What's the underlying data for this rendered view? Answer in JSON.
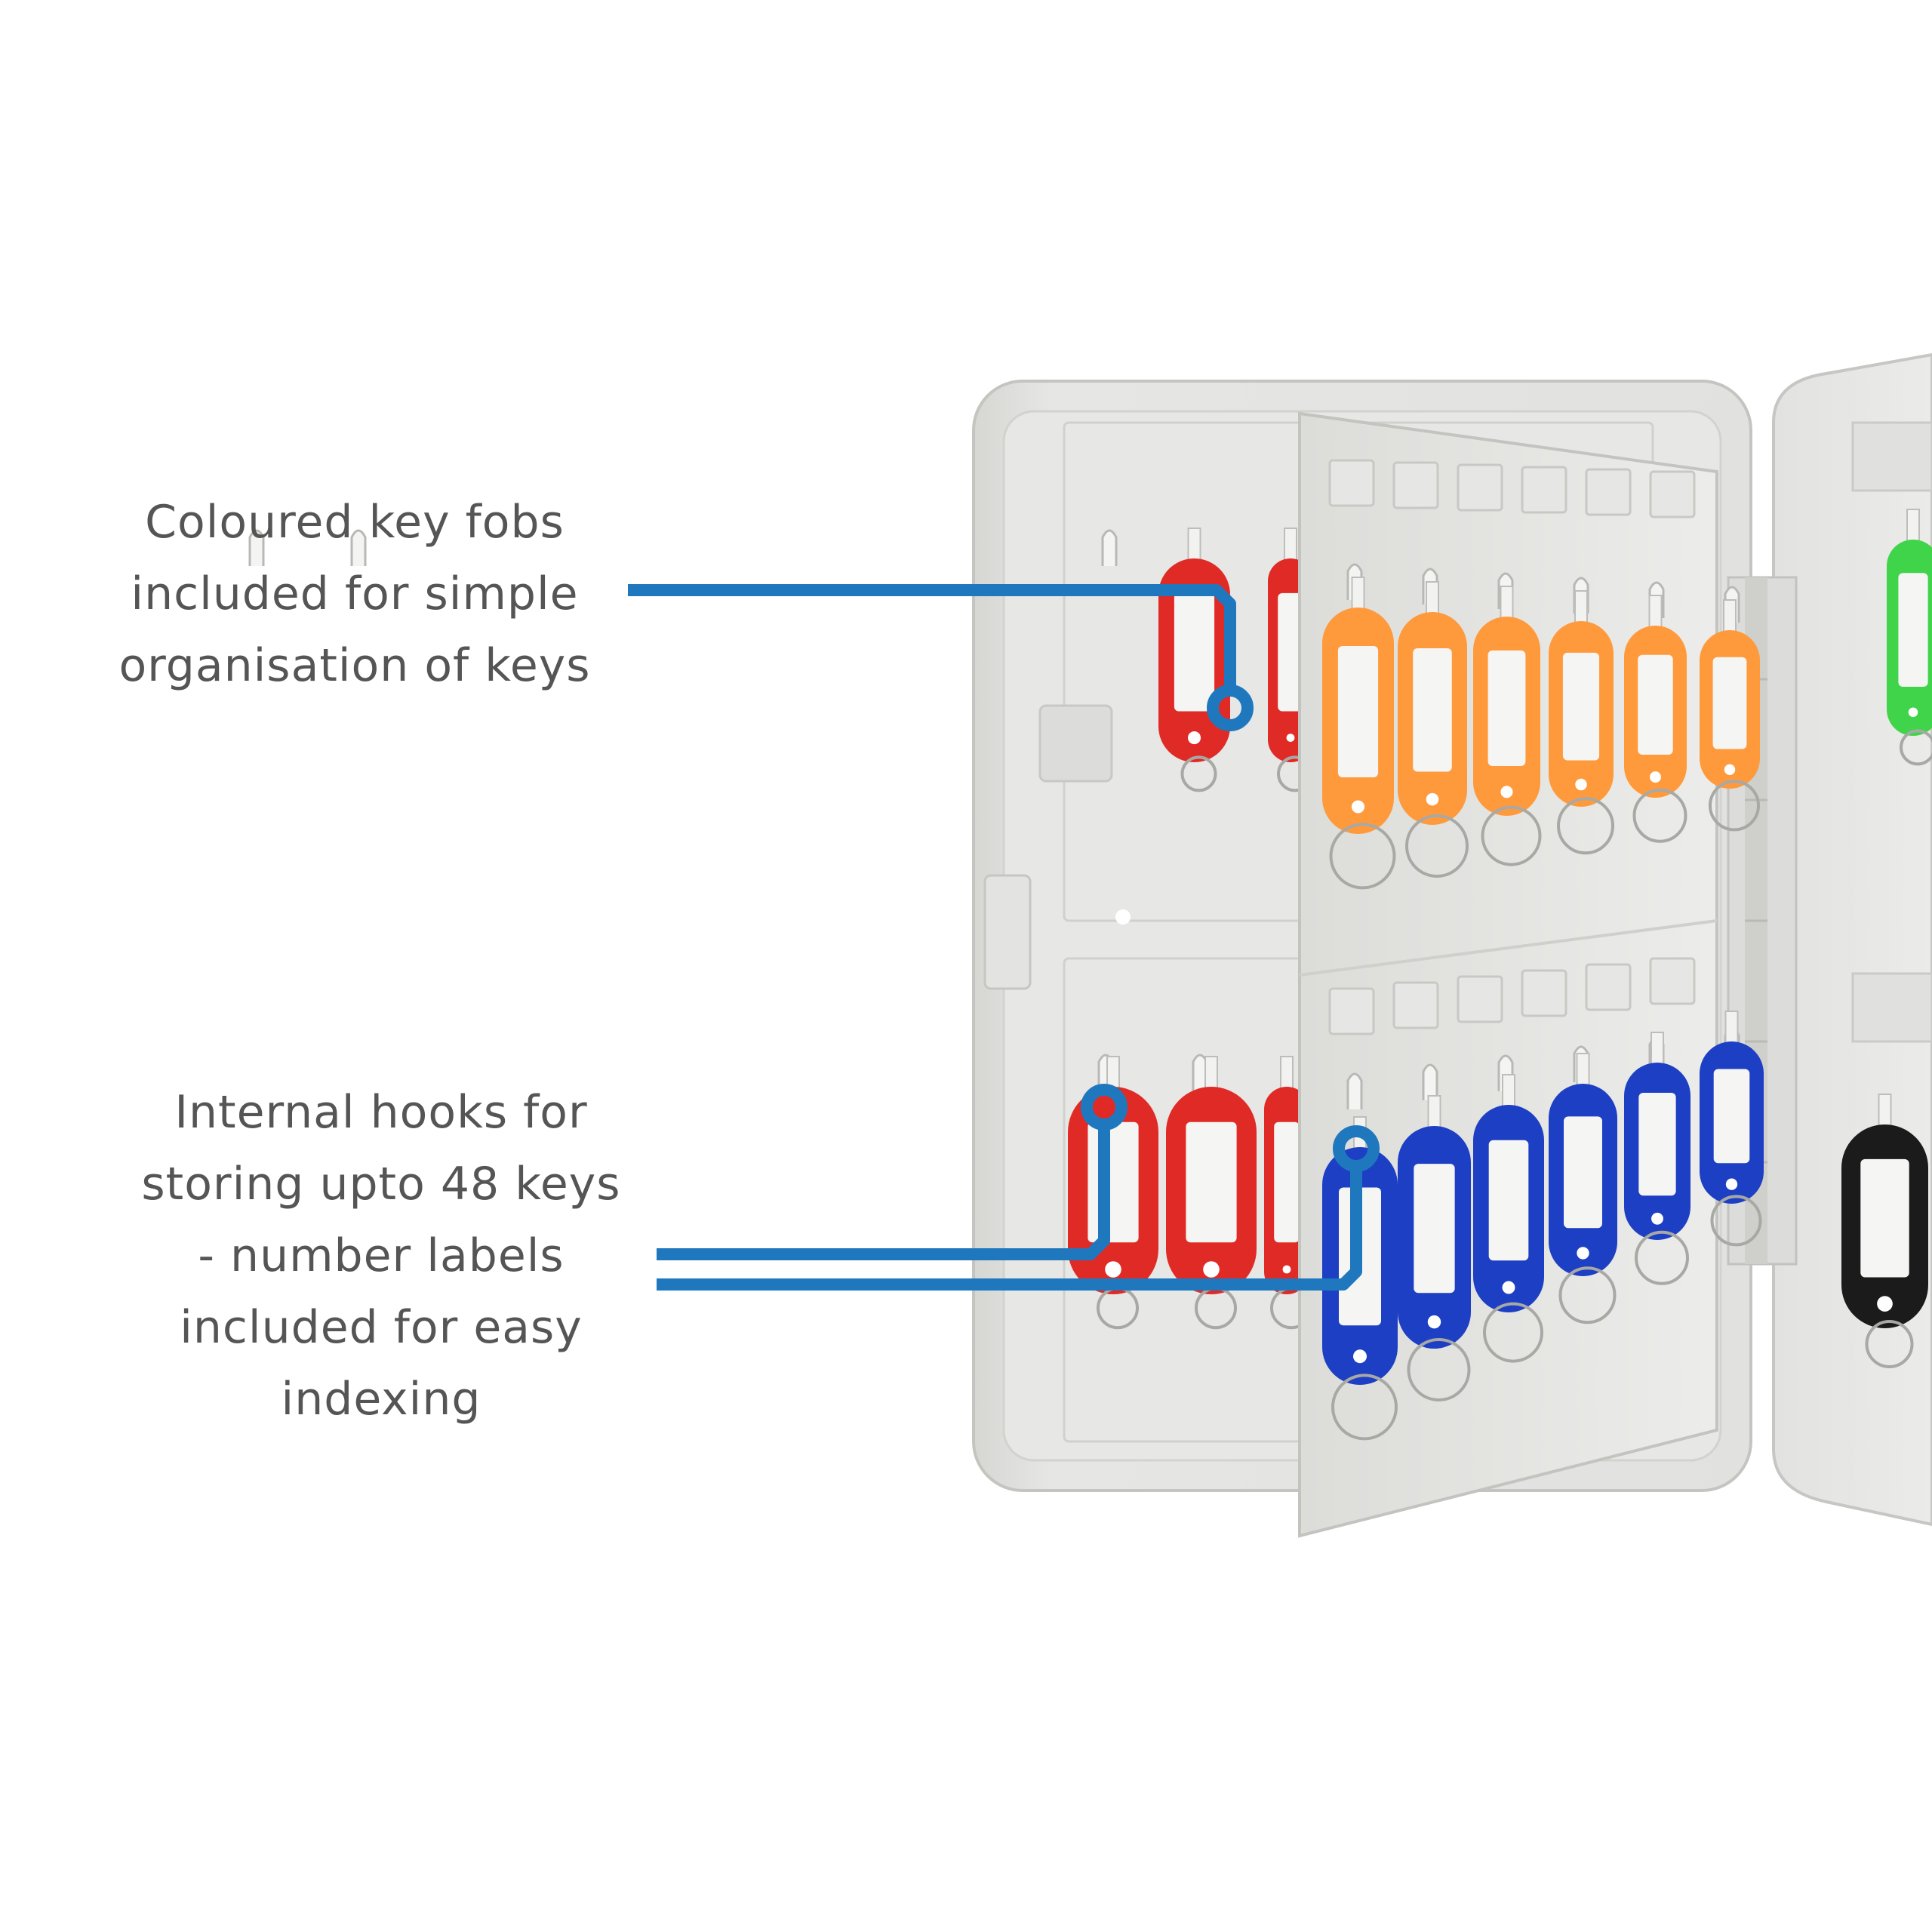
{
  "callouts": [
    {
      "lines": [
        "Coloured key fobs",
        "included for simple",
        "organisation of keys"
      ]
    },
    {
      "lines": [
        "Internal hooks for",
        "storing upto 48 keys",
        "- number labels",
        "included for easy",
        "indexing"
      ]
    }
  ],
  "colors": {
    "leader_line": "#1f78be",
    "cabinet": "#e4e4e2",
    "cabinet_edge": "#c9c9c6",
    "fob_red": "#e02a26",
    "fob_orange": "#ff9a3c",
    "fob_blue": "#1d3fc4",
    "fob_green": "#3fd44a",
    "fob_black": "#1b1b1b"
  },
  "image": {
    "subject": "open key cabinet with coloured key fobs"
  }
}
